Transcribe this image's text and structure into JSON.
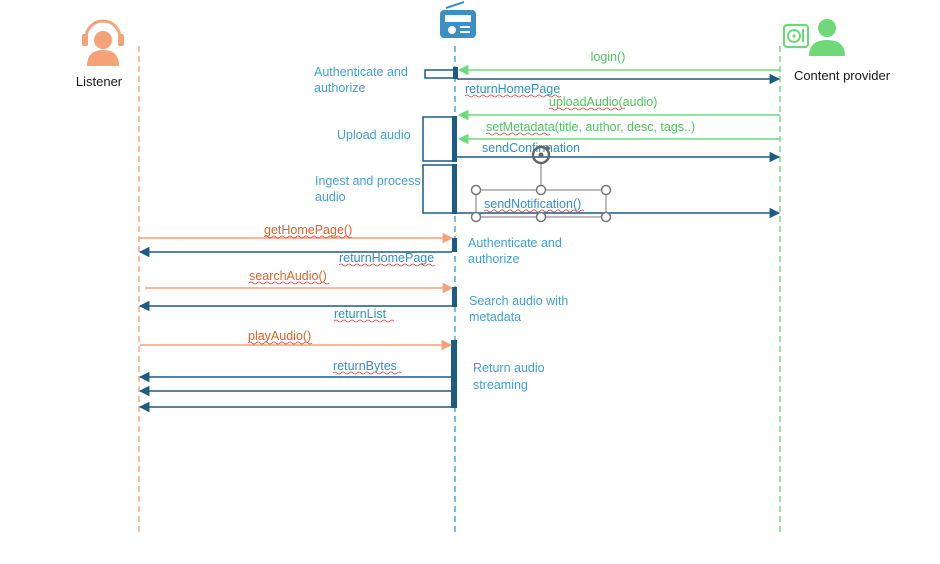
{
  "actors": {
    "listener": "Listener",
    "content_provider": "Content provider"
  },
  "icons": {
    "listener": "headset-person-icon",
    "server": "radio-icon",
    "provider_device": "turntable-icon",
    "provider_person": "person-icon"
  },
  "colors": {
    "orange": "#f4a27a",
    "orange_text": "#e0642a",
    "blue": "#2f92c9",
    "dark_blue": "#1b5b84",
    "green": "#6fd97a",
    "green_text": "#4cc85c",
    "note": "#3fa2d6",
    "handle": "#777777"
  },
  "notes": {
    "auth1_line1": "Authenticate and",
    "auth1_line2": "authorize",
    "upload": "Upload audio",
    "ingest_line1": "Ingest and process",
    "ingest_line2": "audio",
    "auth2_line1": "Authenticate and",
    "auth2_line2": "authorize",
    "search_line1": "Search audio with",
    "search_line2": "metadata",
    "stream_line1": "Return audio",
    "stream_line2": "streaming"
  },
  "messages": {
    "login": "login()",
    "return_home_1": "returnHomePage",
    "upload_audio": "uploadAudio(audio)",
    "set_metadata": "setMetadata(title, author, desc, tags..)",
    "send_confirmation": "sendConfirmation",
    "send_notification": "sendNotification()",
    "get_home": "getHomePage()",
    "return_home_2": "returnHomePage",
    "search_audio": "searchAudio()",
    "return_list": "returnList",
    "play_audio": "playAudio()",
    "return_bytes": "returnBytes"
  }
}
